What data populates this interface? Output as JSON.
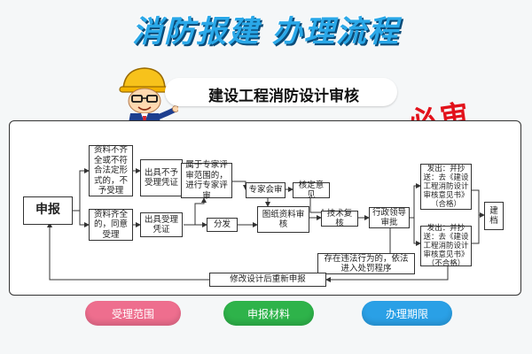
{
  "title": "消防报建 办理流程",
  "subtitle": "建设工程消防设计审核",
  "stamp": "必审",
  "flow": {
    "apply": "申报",
    "incomplete": "资料不齐全或不符合法定形式的，不予受理",
    "complete": "资料齐全的，同意受理",
    "reject_cert": "出具不予受理凭证",
    "accept_cert": "出具受理凭证",
    "not_in_scope": "属于专家评审范围的，进行专家评审",
    "distribute": "分发",
    "expert_review": "专家会审",
    "review_opinion": "核定意见",
    "drawing_review": "图纸资料审核",
    "tech_review": "技术复核",
    "admin_approval": "行政领导审批",
    "issue_pass": "发出：并抄送：去《建设工程消防设计审核意见书》（合格）",
    "issue_fail": "发出：并抄送：去《建设工程消防设计审核意见书》（不合格）",
    "archive": "建档",
    "violation": "存在违法行为的，依法进入处罚程序",
    "resubmit": "修改设计后重新申报"
  },
  "buttons": {
    "scope": "受理范围",
    "materials": "申报材料",
    "deadline": "办理期限"
  },
  "colors": {
    "title": "#35b7f2",
    "stamp": "#e2121b",
    "scope": "#ee6e8e",
    "materials": "#2eb34a",
    "deadline": "#2aa0e6"
  }
}
